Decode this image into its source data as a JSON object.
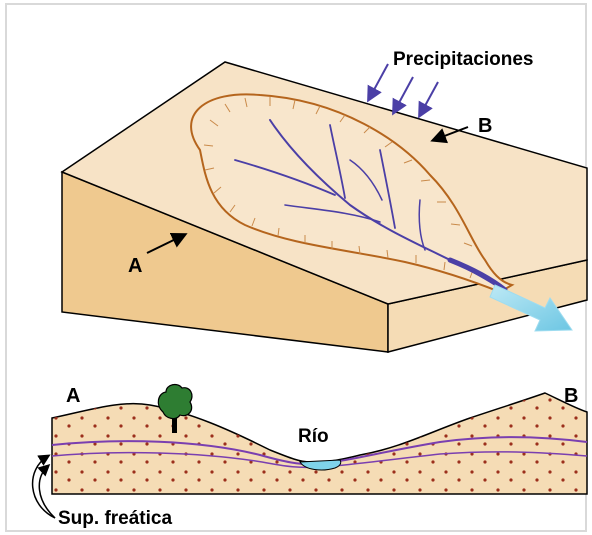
{
  "labels": {
    "precipitation": "Precipitaciones",
    "point_a_top": "A",
    "point_b_top": "B",
    "point_a_section": "A",
    "point_b_section": "B",
    "river": "Río",
    "water_table": "Sup. freática"
  },
  "colors": {
    "sand_top": "#f7e3c6",
    "sand_side": "#efc98f",
    "sand_front": "#f5dcb5",
    "outline": "#000000",
    "divide": "#b5651d",
    "stream": "#4b3fa6",
    "outflow": "#7fd3ea",
    "water_table_line": "#7a3fb0",
    "river_water": "#7fd3ea",
    "tree_green": "#2e7d32",
    "soil_dots": "#9c2f1c"
  },
  "icons": {
    "rain_arrows": "rain-arrow-icon",
    "tree": "tree-icon"
  }
}
